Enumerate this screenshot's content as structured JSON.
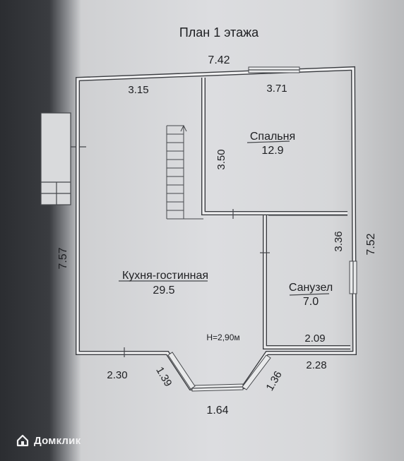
{
  "title": "План 1 этажа",
  "height_note": "H=2,90м",
  "rooms": {
    "living": {
      "name": "Кухня-гостинная",
      "area": "29.5"
    },
    "bedroom": {
      "name": "Спальня",
      "area": "12.9"
    },
    "bathroom": {
      "name": "Санузел",
      "area": "7.0"
    }
  },
  "dimensions": {
    "top_total": "7.42",
    "top_left": "3.15",
    "top_right": "3.71",
    "stair_wall": "3.50",
    "left_total": "7.57",
    "right_total": "7.52",
    "bath_height": "3.36",
    "bath_width": "2.09",
    "bottom_right": "2.28",
    "bottom_left": "2.30",
    "bay_left": "1.39",
    "bay_right": "1.36",
    "bay_front": "1.64"
  },
  "watermark": {
    "brand": "Домклик",
    "icon": "house-icon"
  },
  "colors": {
    "wall": "#3b3d41",
    "paper": "#dcdde0",
    "watermark": "#f2f2f3"
  }
}
